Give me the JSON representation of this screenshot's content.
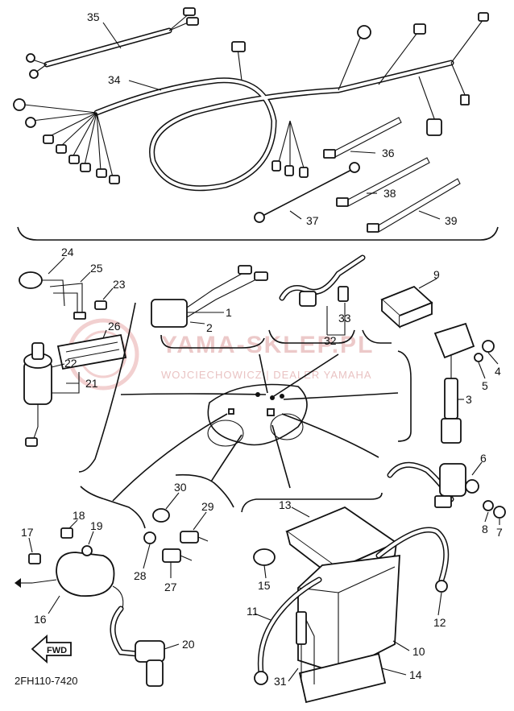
{
  "diagram": {
    "code": "2FH110-7420",
    "watermark": {
      "brand": "YAMA-SKLEP.PL",
      "subline": "WOJCIECHOWICZ | DEALER YAMAHA"
    },
    "fwd_label": "FWD",
    "labels": {
      "p1": "1",
      "p2": "2",
      "p3": "3",
      "p4": "4",
      "p5": "5",
      "p6": "6",
      "p7": "7",
      "p8": "8",
      "p9": "9",
      "p10": "10",
      "p11": "11",
      "p12": "12",
      "p13": "13",
      "p14": "14",
      "p15": "15",
      "p16": "16",
      "p17": "17",
      "p18": "18",
      "p19": "19",
      "p20": "20",
      "p21": "21",
      "p22": "22",
      "p23": "23",
      "p24": "24",
      "p25": "25",
      "p26": "26",
      "p27": "27",
      "p28": "28",
      "p29": "29",
      "p30": "30",
      "p31": "31",
      "p32": "32",
      "p33": "33",
      "p34": "34",
      "p35": "35",
      "p36": "36",
      "p37": "37",
      "p38": "38",
      "p39": "39"
    }
  }
}
